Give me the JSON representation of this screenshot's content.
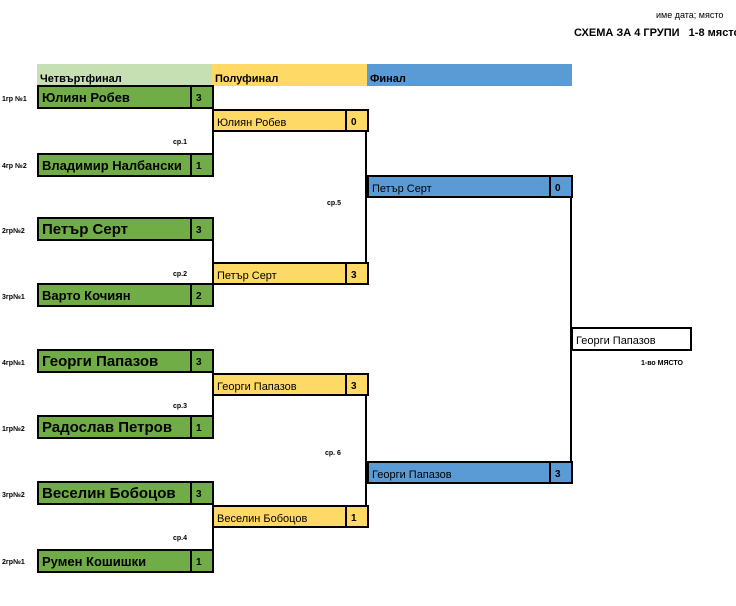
{
  "header": {
    "note": "име дата; място",
    "title": "СХЕМА ЗА 4 ГРУПИ   1-8 място"
  },
  "rounds": {
    "quarterfinal": "Четвъртфинал",
    "semifinal": "Полуфинал",
    "final": "Финал"
  },
  "colors": {
    "quarterfinal_header": "#c6e0b4",
    "quarterfinal_box": "#70ad47",
    "semifinal": "#ffd966",
    "final": "#5b9bd5"
  },
  "quarterfinals": [
    {
      "seed": "1гр №1",
      "name": "Юлиян Робев",
      "score": "3"
    },
    {
      "seed": "4гр №2",
      "name": "Владимир Налбански",
      "score": "1"
    },
    {
      "seed": "2гр№2",
      "name": "Петър Серт",
      "score": "3"
    },
    {
      "seed": "3гр№1",
      "name": "Варто Кочиян",
      "score": "2"
    },
    {
      "seed": "4гр№1",
      "name": "Георги Папазов",
      "score": "3"
    },
    {
      "seed": "1гр№2",
      "name": "Радослав Петров",
      "score": "1"
    },
    {
      "seed": "3гр№2",
      "name": "Веселин Бобоцов",
      "score": "3"
    },
    {
      "seed": "2гр№1",
      "name": "Румен Кошишки",
      "score": "1"
    }
  ],
  "semifinals": [
    {
      "name": "Юлиян Робев",
      "score": "0"
    },
    {
      "name": "Петър Серт",
      "score": "3"
    },
    {
      "name": "Георги Папазов",
      "score": "3"
    },
    {
      "name": "Веселин Бобоцов",
      "score": "1"
    }
  ],
  "finals": [
    {
      "name": "Петър Серт",
      "score": "0"
    },
    {
      "name": "Георги Папазов",
      "score": "3"
    }
  ],
  "matches": [
    "ср.1",
    "ср.2",
    "ср.3",
    "ср.4",
    "ср.5",
    "ср. 6"
  ],
  "winner": {
    "name": "Георги Папазов",
    "label": "1-во МЯСТО"
  }
}
